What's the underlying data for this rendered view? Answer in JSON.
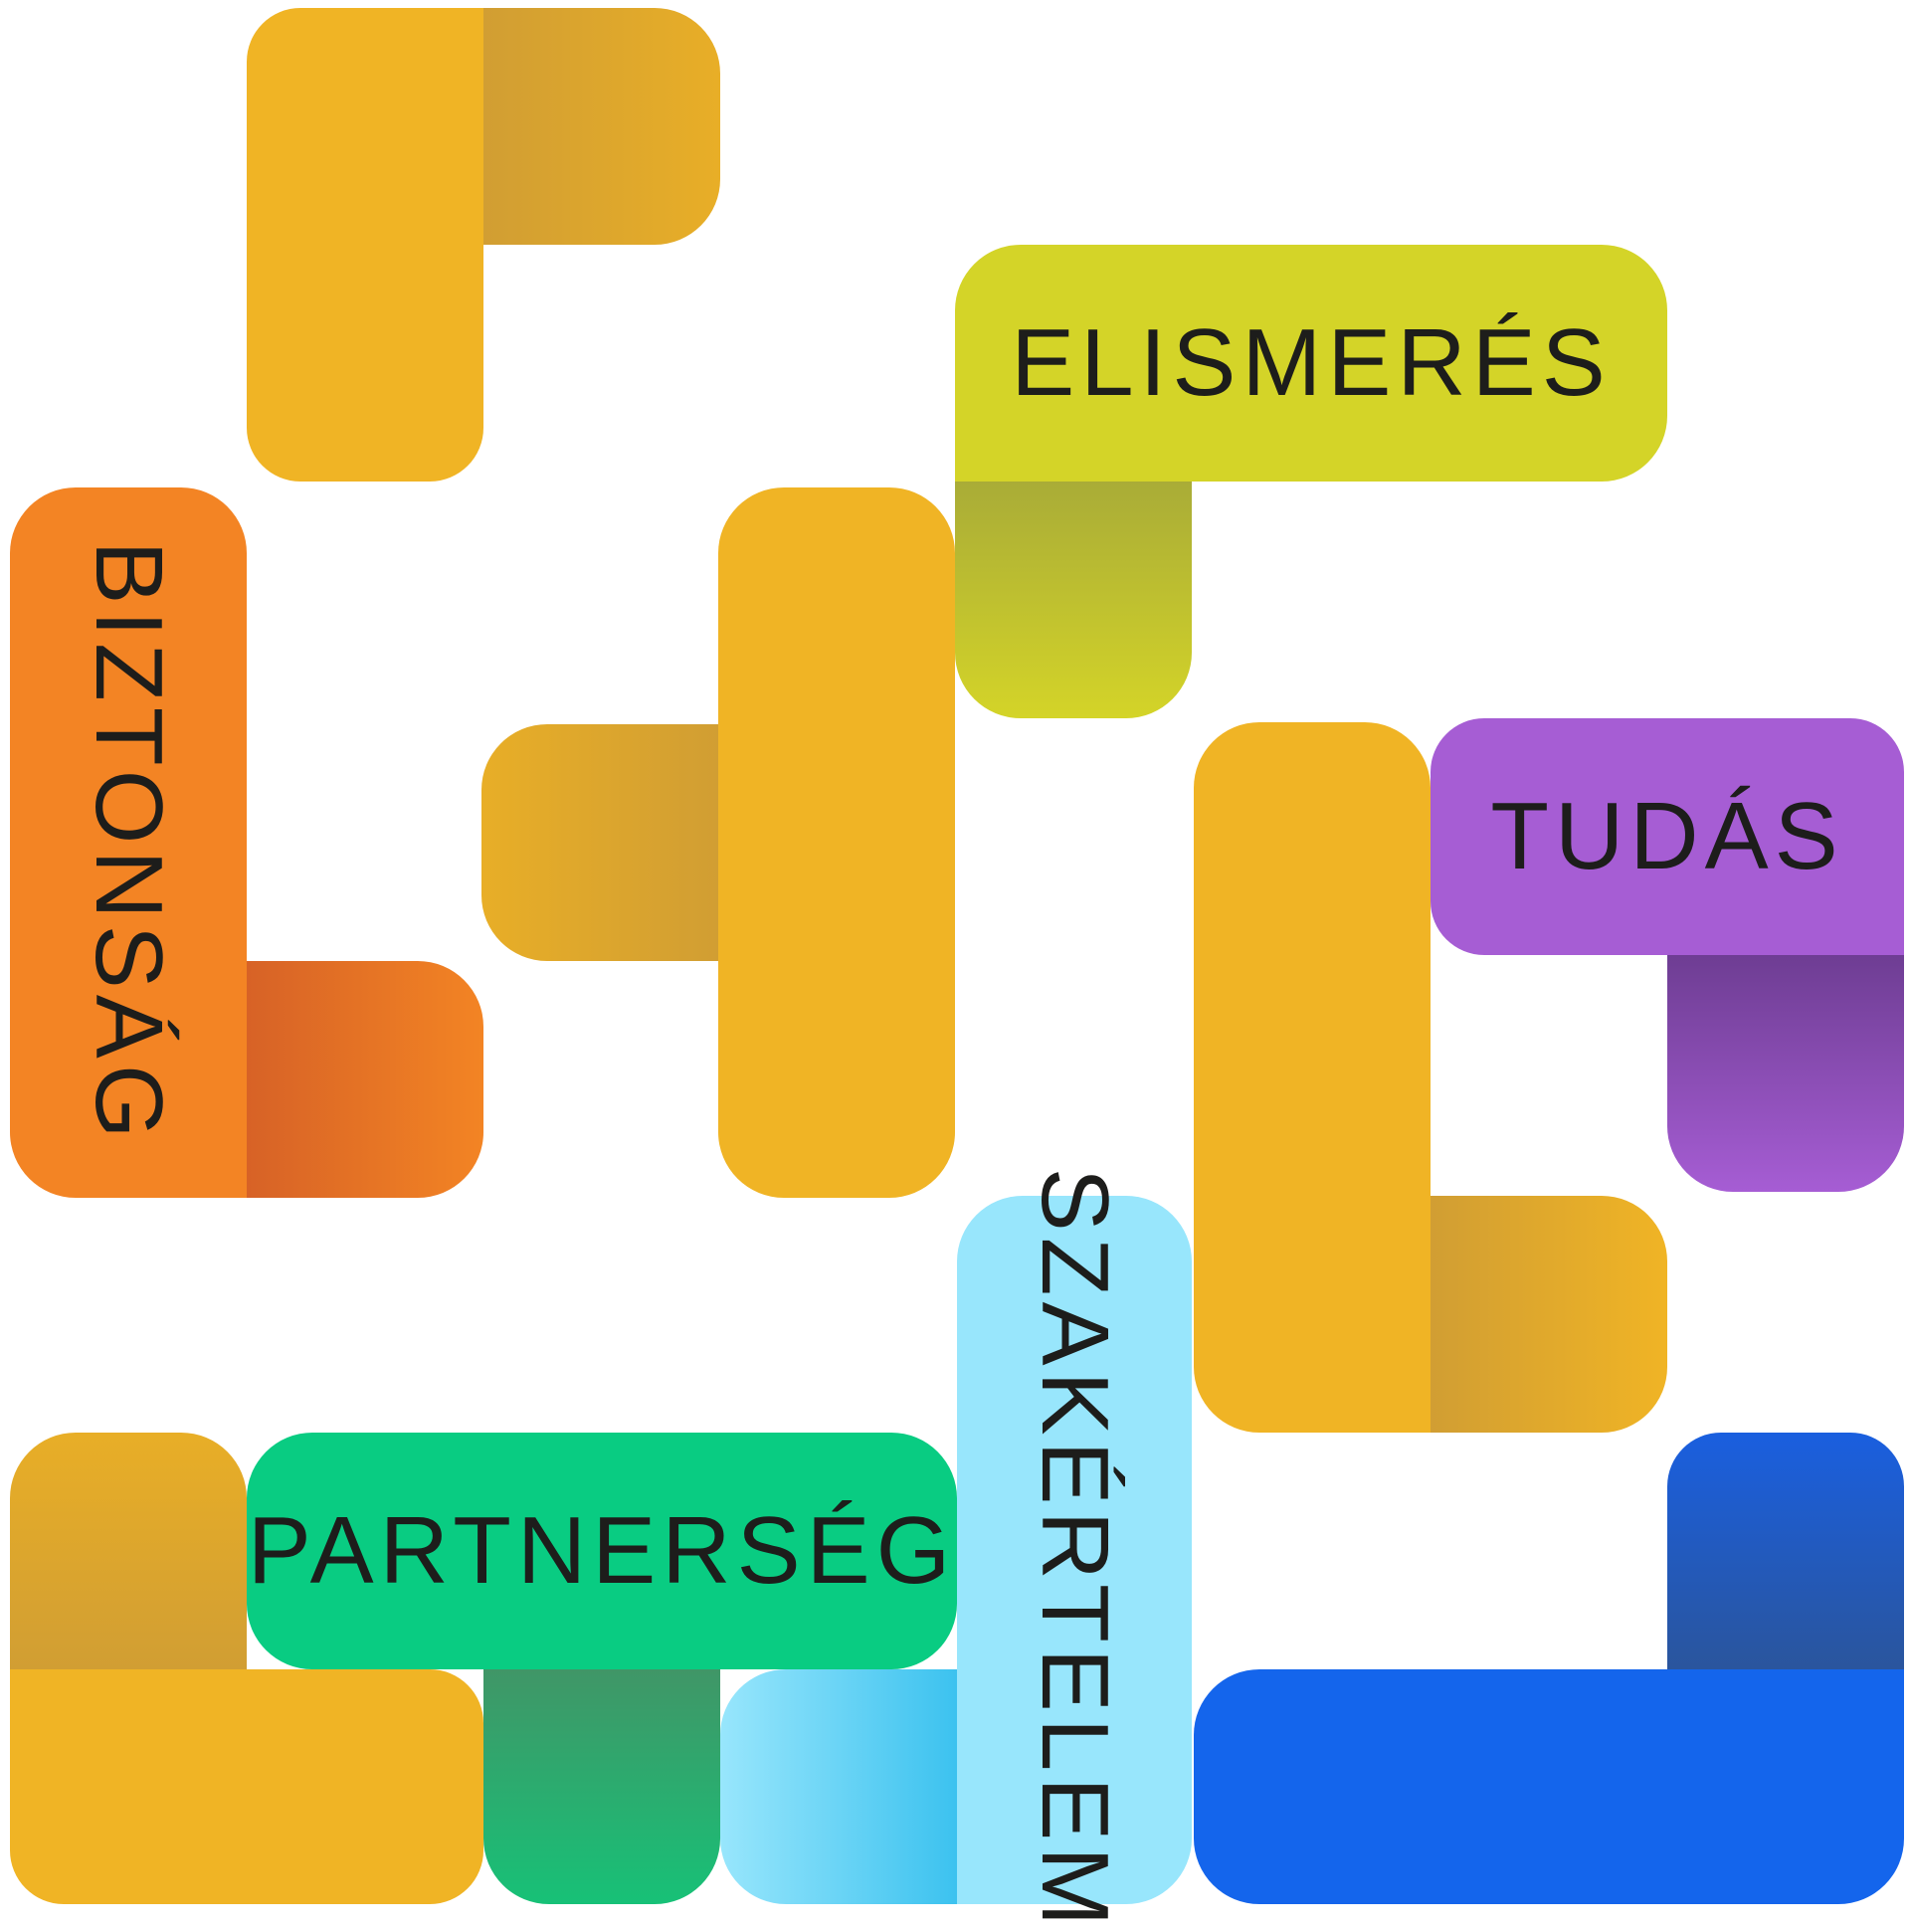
{
  "words": {
    "elismeres": "ELISMERÉS",
    "biztonsag": "BIZTONSÁG",
    "tudas": "TUDÁS",
    "szakertelem": "SZAKÉRTELEM",
    "partnerseg": "PARTNERSÉG"
  },
  "colors": {
    "amber": "#F0B425",
    "amber_shade": "#D19E33",
    "lime": "#D4D428",
    "lime_shade": "#A9AC37",
    "orange": "#F38424",
    "orange_shade": "#D76226",
    "purple": "#A65DD4",
    "purple_shade": "#6E3D93",
    "sky": "#98E6FC",
    "sky_shade": "#3CC2EF",
    "green": "#09CC82",
    "green_shade": "#409667",
    "blue": "#1465EC",
    "blue_shade": "#2A559D"
  }
}
